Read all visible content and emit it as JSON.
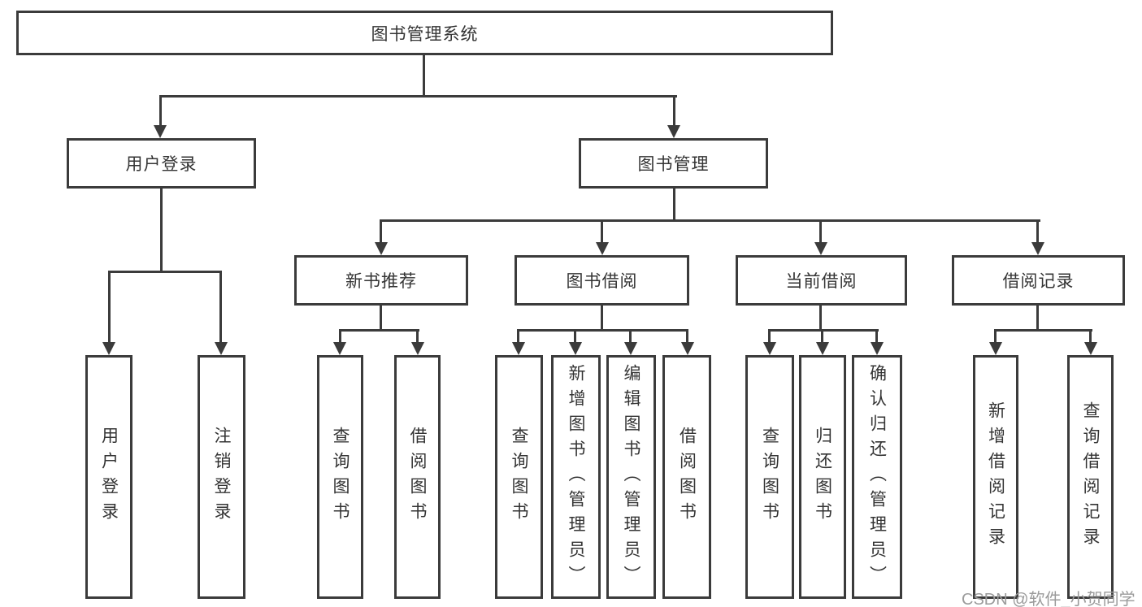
{
  "diagram_title": "图书管理系统",
  "nodes": {
    "root": "图书管理系统",
    "user_login": "用户登录",
    "book_management": "图书管理",
    "new_book_rec": "新书推荐",
    "book_borrow": "图书借阅",
    "current_borrow": "当前借阅",
    "borrow_records": "借阅记录",
    "leaf_user_login": "用户登录",
    "leaf_logout": "注销登录",
    "leaf_query_books_rec": "查询图书",
    "leaf_borrow_books_rec": "借阅图书",
    "leaf_query_books_borrow": "查询图书",
    "leaf_add_books": "新增图书（管理员）",
    "leaf_edit_books": "编辑图书（管理员）",
    "leaf_borrow_books_borrow": "借阅图书",
    "leaf_query_books_current": "查询图书",
    "leaf_return_books": "归还图书",
    "leaf_confirm_return": "确认归还（管理员）",
    "leaf_add_borrow_record": "新增借阅记录",
    "leaf_query_borrow_record": "查询借阅记录"
  },
  "hierarchy": {
    "图书管理系统": [
      "用户登录",
      "图书管理"
    ],
    "用户登录": [
      "用户登录",
      "注销登录"
    ],
    "图书管理": [
      "新书推荐",
      "图书借阅",
      "当前借阅",
      "借阅记录"
    ],
    "新书推荐": [
      "查询图书",
      "借阅图书"
    ],
    "图书借阅": [
      "查询图书",
      "新增图书（管理员）",
      "编辑图书（管理员）",
      "借阅图书"
    ],
    "当前借阅": [
      "查询图书",
      "归还图书",
      "确认归还（管理员）"
    ],
    "借阅记录": [
      "新增借阅记录",
      "查询借阅记录"
    ]
  },
  "watermark": "CSDN @软件_小贺同学",
  "colors": {
    "line": "#3b3b3b",
    "text": "#343434",
    "watermark": "#9b9b9b",
    "background": "#ffffff"
  }
}
